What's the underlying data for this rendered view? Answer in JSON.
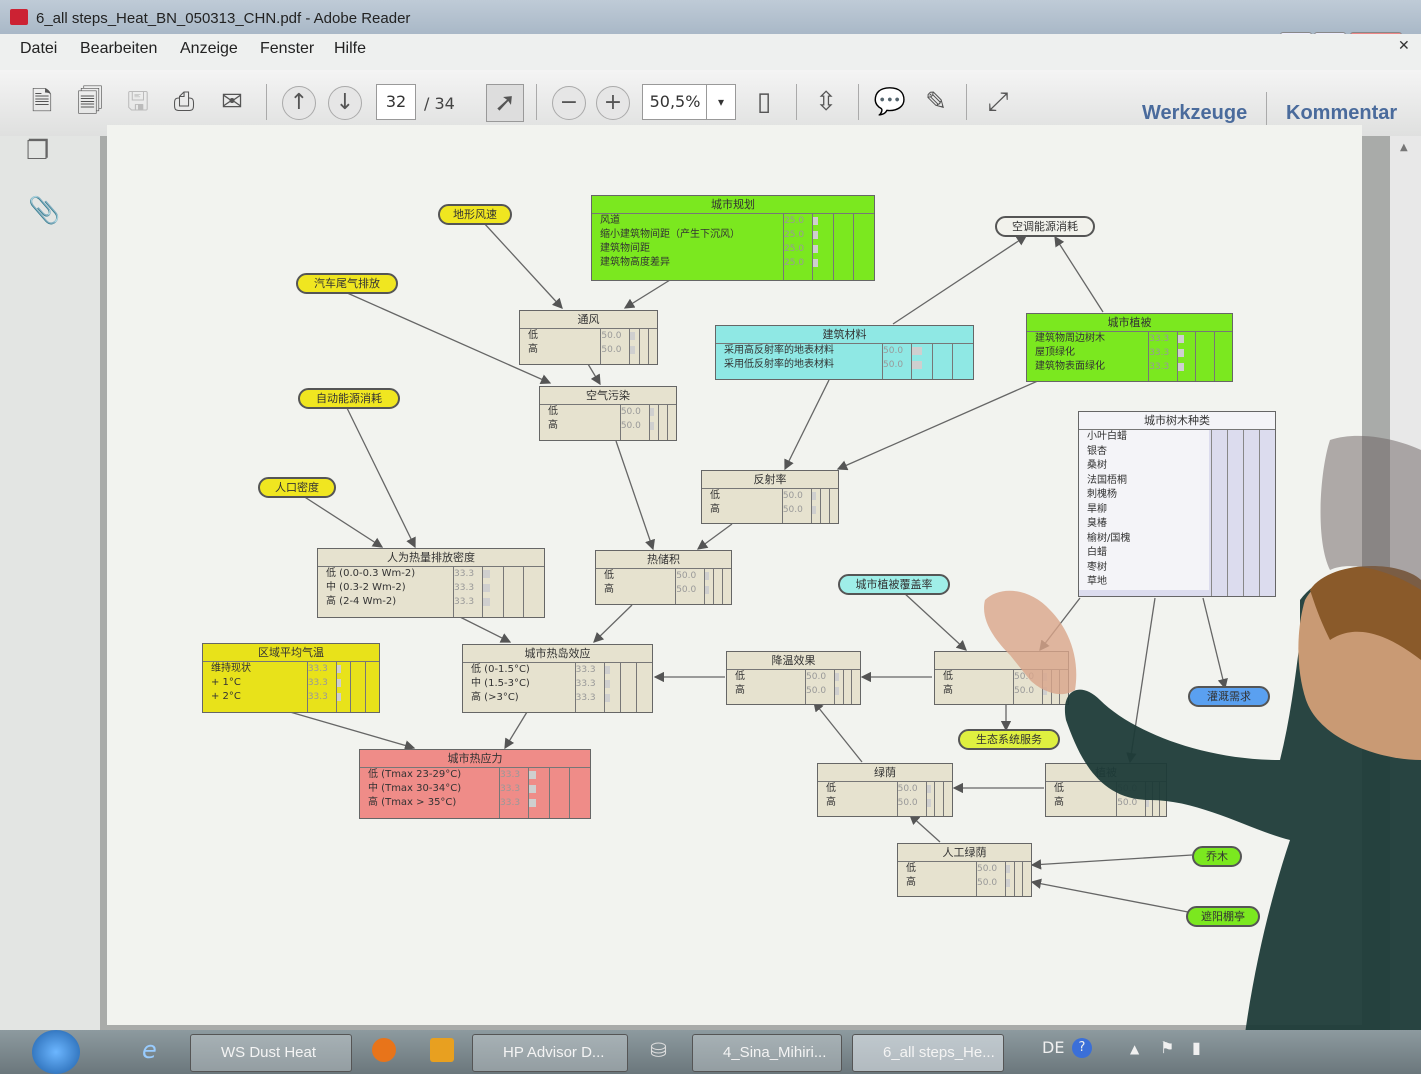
{
  "window": {
    "title": "6_all steps_Heat_BN_050313_CHN.pdf - Adobe Reader",
    "min": "–",
    "max": "□",
    "close": "✕"
  },
  "menu": [
    "Datei",
    "Bearbeiten",
    "Anzeige",
    "Fenster",
    "Hilfe"
  ],
  "toolbar": {
    "page_current": "32",
    "page_total": "/ 34",
    "zoom": "50,5%",
    "tools": "Werkzeuge",
    "comment": "Kommentar"
  },
  "diagram": {
    "city_planning": {
      "title": "城市规划",
      "rows": [
        {
          "label": "风道",
          "value": "25.0"
        },
        {
          "label": "缩小建筑物间距（产生下沉风）",
          "value": "25.0"
        },
        {
          "label": "建筑物间距",
          "value": "25.0"
        },
        {
          "label": "建筑物高度差异",
          "value": "25.0"
        }
      ]
    },
    "ventilation": {
      "title": "通风",
      "rows": [
        {
          "label": "低",
          "value": "50.0"
        },
        {
          "label": "高",
          "value": "50.0"
        }
      ]
    },
    "air_pollution": {
      "title": "空气污染",
      "rows": [
        {
          "label": "低",
          "value": "50.0"
        },
        {
          "label": "高",
          "value": "50.0"
        }
      ]
    },
    "building_material": {
      "title": "建筑材料",
      "rows": [
        {
          "label": "采用高反射率的地表材料",
          "value": "50.0"
        },
        {
          "label": "采用低反射率的地表材料",
          "value": "50.0"
        }
      ]
    },
    "city_vegetation": {
      "title": "城市植被",
      "rows": [
        {
          "label": "建筑物周边树木",
          "value": "33.3"
        },
        {
          "label": "屋顶绿化",
          "value": "33.3"
        },
        {
          "label": "建筑物表面绿化",
          "value": "33.3"
        }
      ]
    },
    "tree_species": {
      "title": "城市树木种类",
      "rows": [
        "小叶白蜡",
        "银杏",
        "桑树",
        "法国梧桐",
        "刺槐杨",
        "旱柳",
        "臭椿",
        "榆树/国槐",
        "白蜡",
        "枣树",
        "草地"
      ]
    },
    "albedo": {
      "title": "反射率",
      "rows": [
        {
          "label": "低",
          "value": "50.0"
        },
        {
          "label": "高",
          "value": "50.0"
        }
      ]
    },
    "anthropogenic": {
      "title": "人为热量排放密度",
      "rows": [
        {
          "label": "低 (0.0-0.3 Wm-2)",
          "value": "33.3"
        },
        {
          "label": "中 (0.3-2 Wm-2)",
          "value": "33.3"
        },
        {
          "label": "高 (2-4 Wm-2)",
          "value": "33.3"
        }
      ]
    },
    "heat_storage": {
      "title": "热储积",
      "rows": [
        {
          "label": "低",
          "value": "50.0"
        },
        {
          "label": "高",
          "value": "50.0"
        }
      ]
    },
    "regional_climate": {
      "title": "区域平均气温",
      "rows": [
        {
          "label": "维持现状",
          "value": "33.3"
        },
        {
          "label": "+ 1°C",
          "value": "33.3"
        },
        {
          "label": "+ 2°C",
          "value": "33.3"
        }
      ]
    },
    "uhi": {
      "title": "城市热岛效应",
      "rows": [
        {
          "label": "低 (0-1.5°C)",
          "value": "33.3"
        },
        {
          "label": "中 (1.5-3°C)",
          "value": "33.3"
        },
        {
          "label": "高 (>3°C)",
          "value": "33.3"
        }
      ]
    },
    "cooling": {
      "title": "降温效果",
      "rows": [
        {
          "label": "低",
          "value": "50.0"
        },
        {
          "label": "高",
          "value": "50.0"
        }
      ]
    },
    "cover_node": {
      "title": "",
      "rows": [
        {
          "label": "低",
          "value": "50.0"
        },
        {
          "label": "高",
          "value": "50.0"
        }
      ]
    },
    "heat_stress": {
      "title": "城市热应力",
      "rows": [
        {
          "label": "低 (Tmax 23-29°C)",
          "value": "33.3"
        },
        {
          "label": "中 (Tmax 30-34°C)",
          "value": "33.3"
        },
        {
          "label": "高 (Tmax > 35°C)",
          "value": "33.3"
        }
      ]
    },
    "shading": {
      "title": "绿荫",
      "rows": [
        {
          "label": "低",
          "value": "50.0"
        },
        {
          "label": "高",
          "value": "50.0"
        }
      ]
    },
    "veg_node2": {
      "title": "植被",
      "rows": [
        {
          "label": "低",
          "value": "50.0"
        },
        {
          "label": "高",
          "value": "50.0"
        }
      ]
    },
    "artificial_shade": {
      "title": "人工绿荫",
      "rows": [
        {
          "label": "低",
          "value": "50.0"
        },
        {
          "label": "高",
          "value": "50.0"
        }
      ]
    },
    "ovals": {
      "wind": "地形风速",
      "car_exhaust": "汽车尾气排放",
      "ac_energy": "空调能源消耗",
      "auto_energy": "自动能源消耗",
      "pop_density": "人口密度",
      "veg_cover_ratio": "城市植被覆盖率",
      "water_demand": "灌溉需求",
      "ecosystem": "生态系统服务",
      "trees": "乔木",
      "shade_struct": "遮阳棚亭"
    }
  },
  "taskbar": {
    "items": [
      "WS Dust Heat",
      "HP Advisor D...",
      "4_Sina_Mihiri...",
      "6_all steps_He..."
    ],
    "lang": "DE"
  },
  "colors": {
    "green": "#7be81f",
    "cyan": "#8fe8e4",
    "yellow": "#e8e21a",
    "red": "#ef8c88",
    "beige": "#e6e2cf",
    "lavender": "#dcdcee"
  }
}
